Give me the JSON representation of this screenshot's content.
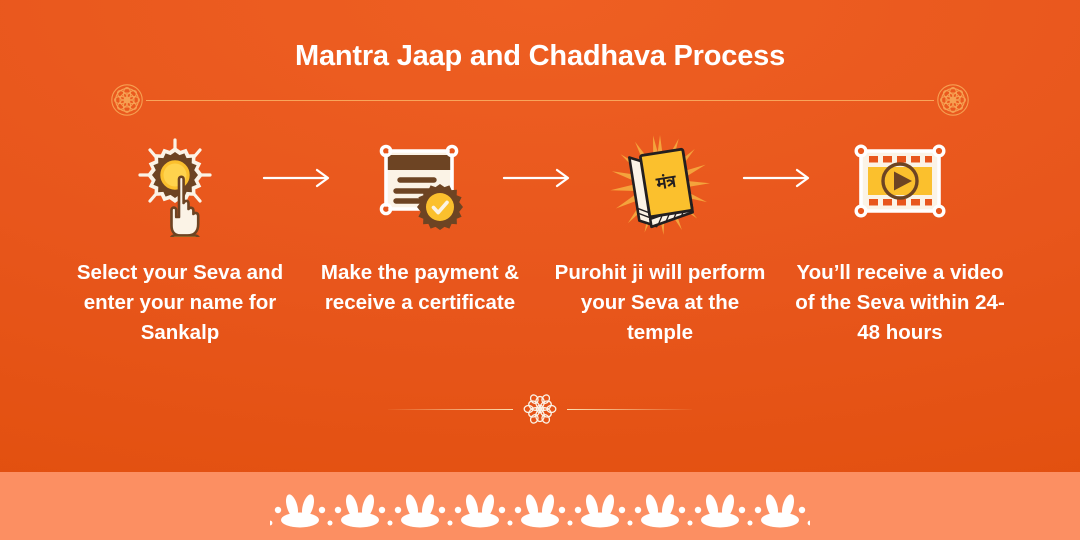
{
  "header": {
    "title": "Mantra Jaap and Chadhava Process"
  },
  "colors": {
    "background_top": "#EE5F22",
    "background_bottom": "#E2500F",
    "band": "#FC8F62",
    "gold": "#FBC02D",
    "gold_light": "#FFD34D",
    "brown": "#6D4423",
    "cream": "#FBF3E6",
    "white": "#FFFFFF",
    "divider_gold": "#F9A55A"
  },
  "decor": {
    "top_left_ornament": "mandala-rosette-icon",
    "top_right_ornament": "mandala-rosette-icon",
    "bottom_center_ornament": "flower-rosette-icon",
    "band_motif": "lotus-motif-icon",
    "band_motif_count": 9
  },
  "steps": [
    {
      "index": "1",
      "icon": "hand-click-seva-icon",
      "caption": "Select your Seva and enter your name for Sankalp"
    },
    {
      "index": "2",
      "icon": "certificate-seal-icon",
      "caption": "Make the payment & receive a certificate"
    },
    {
      "index": "3",
      "icon": "mantra-book-icon",
      "icon_text": "मंत्र",
      "caption": "Purohit ji will perform your Seva at the temple"
    },
    {
      "index": "4",
      "icon": "video-film-play-icon",
      "caption": "You’ll receive a video of the Seva within 24-48 hours"
    }
  ],
  "arrows": {
    "glyph": "arrow-right-icon",
    "count": 3
  }
}
